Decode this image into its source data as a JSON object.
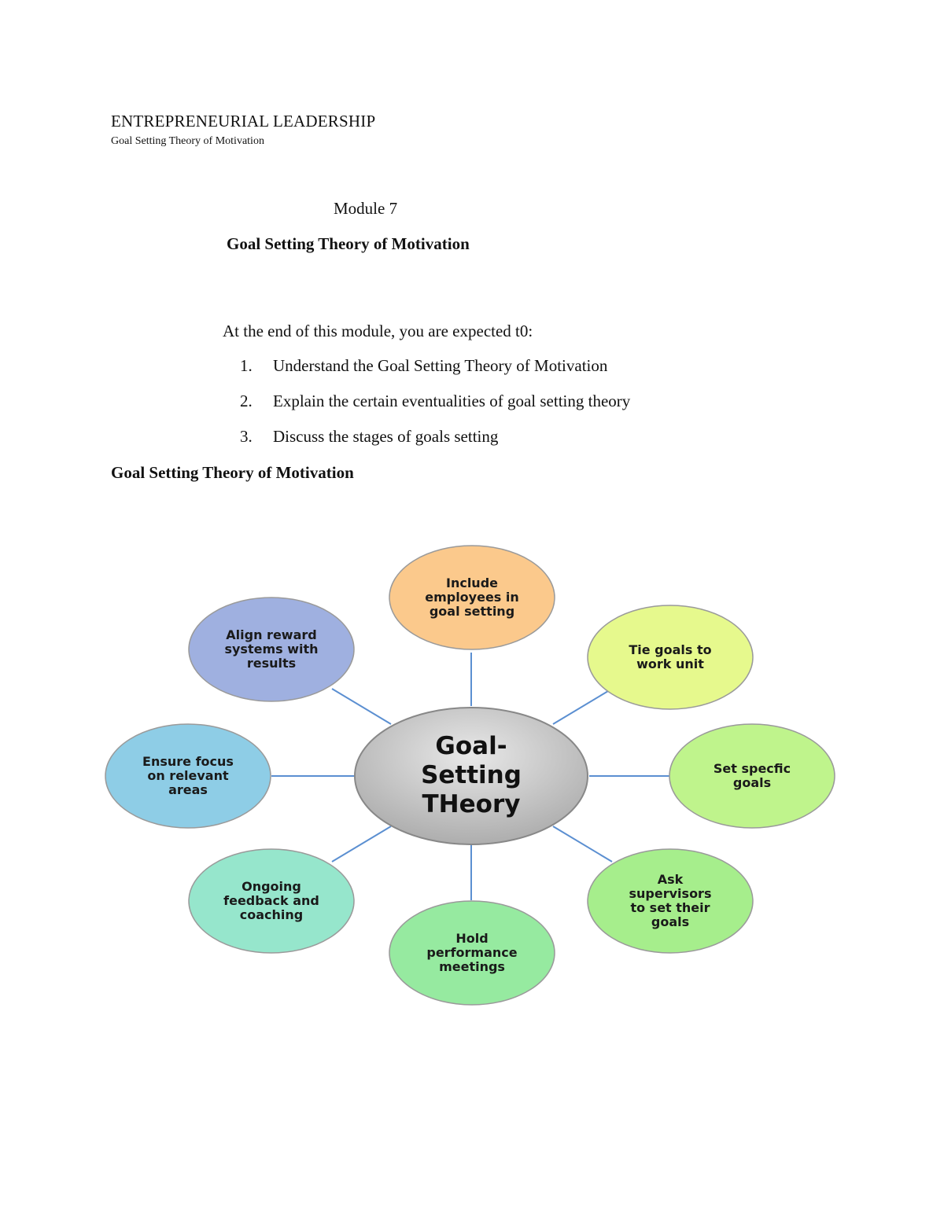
{
  "header": {
    "title": "ENTREPRENEURIAL LEADERSHIP",
    "subtitle": "Goal Setting Theory of Motivation"
  },
  "module": {
    "label": "Module 7",
    "title": "Goal Setting Theory of Motivation"
  },
  "objectives": {
    "intro": "At the end of this module, you are expected t0:",
    "items": [
      {
        "num": "1.",
        "text": "Understand the Goal Setting Theory of Motivation"
      },
      {
        "num": "2.",
        "text": "Explain the certain eventualities of goal setting theory"
      },
      {
        "num": "3.",
        "text": "Discuss the stages of goals setting"
      }
    ]
  },
  "section_heading": "Goal Setting Theory of Motivation",
  "diagram": {
    "center": {
      "lines": [
        "Goal-",
        "Setting",
        "THeory"
      ],
      "color": "#bdbdbd"
    },
    "nodes": [
      {
        "id": "include",
        "lines": [
          "Include",
          "employees in",
          "goal setting"
        ],
        "color": "#fbc98c"
      },
      {
        "id": "tie",
        "lines": [
          "Tie goals to",
          "work unit"
        ],
        "color": "#e6f98d"
      },
      {
        "id": "specific",
        "lines": [
          "Set specfic",
          "goals"
        ],
        "color": "#bff48c"
      },
      {
        "id": "supervisors",
        "lines": [
          "Ask",
          "supervisors",
          "to set their",
          "goals"
        ],
        "color": "#a6ee8c"
      },
      {
        "id": "meetings",
        "lines": [
          "Hold",
          "performance",
          "meetings"
        ],
        "color": "#96eaa0"
      },
      {
        "id": "feedback",
        "lines": [
          "Ongoing",
          "feedback and",
          "coaching"
        ],
        "color": "#96e6cc"
      },
      {
        "id": "focus",
        "lines": [
          "Ensure focus",
          "on relevant",
          "areas"
        ],
        "color": "#8ecde6"
      },
      {
        "id": "align",
        "lines": [
          "Align reward",
          "systems with",
          "results"
        ],
        "color": "#9fb0e0"
      }
    ],
    "connector_color": "#5b8fd1"
  }
}
